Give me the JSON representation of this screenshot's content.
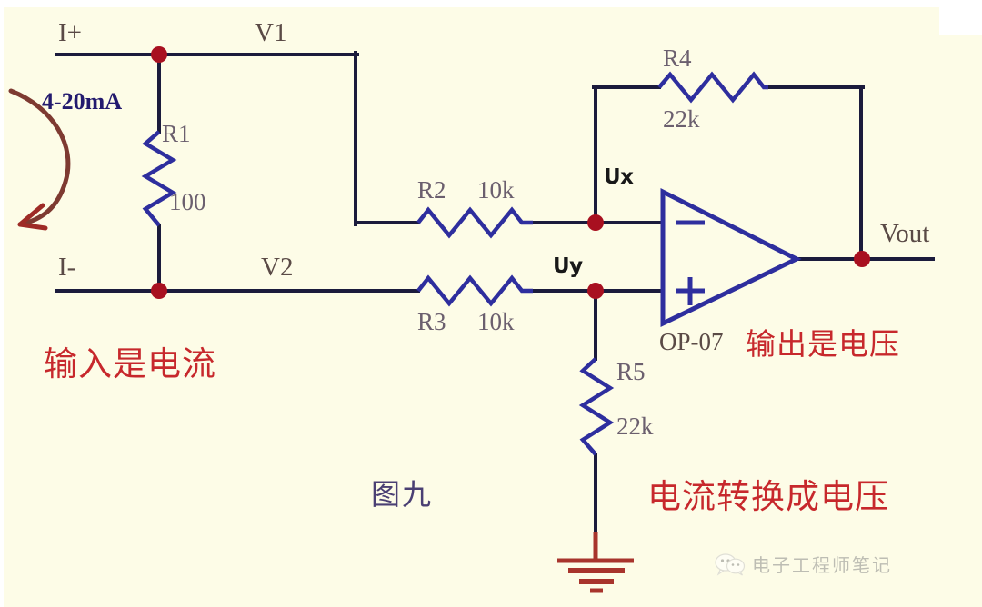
{
  "figure": {
    "caption": "图九",
    "background_color": "#fdfce7",
    "wire_color": "#1b1b3c",
    "component_color": "#2e2e9e",
    "node_color": "#a81020",
    "ground_color": "#a8342c",
    "annotation_color": "#c7282c"
  },
  "terminals": {
    "i_plus": "I+",
    "i_minus": "I-",
    "v1": "V1",
    "v2": "V2",
    "vout": "Vout",
    "ux": "Ux",
    "uy": "Uy",
    "current_source": "4-20mA"
  },
  "components": [
    {
      "ref": "R1",
      "value": "100",
      "name": "sense-resistor"
    },
    {
      "ref": "R2",
      "value": "10k",
      "name": "input-resistor-inverting"
    },
    {
      "ref": "R3",
      "value": "10k",
      "name": "input-resistor-noninverting"
    },
    {
      "ref": "R4",
      "value": "22k",
      "name": "feedback-resistor"
    },
    {
      "ref": "R5",
      "value": "22k",
      "name": "ground-resistor"
    }
  ],
  "opamp": {
    "part": "OP-07",
    "inverting_symbol": "−",
    "noninverting_symbol": "+"
  },
  "annotations": {
    "input_is_current": "输入是电流",
    "output_is_voltage": "输出是电压",
    "current_to_voltage": "电流转换成电压"
  },
  "watermark": {
    "text": "电子工程师笔记",
    "icon": "wechat-icon"
  }
}
